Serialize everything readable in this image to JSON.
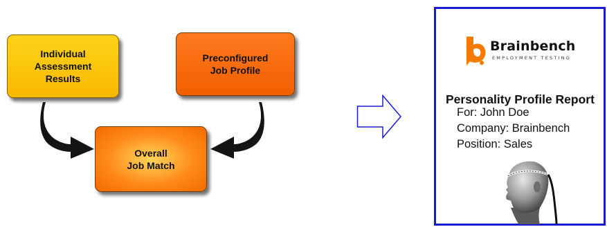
{
  "diagram": {
    "individual_box": {
      "label": "Individual\nAssessment\nResults"
    },
    "profile_box": {
      "label": "Preconfigured\nJob Profile"
    },
    "match_box": {
      "label": "Overall\nJob Match"
    }
  },
  "report": {
    "logo": {
      "name": "Brainbench",
      "tagline": "EMPLOYMENT TESTING"
    },
    "title": "Personality Profile Report",
    "for_line": "For: John Doe",
    "company_line": "Company: Brainbench",
    "position_line": "Position: Sales"
  },
  "colors": {
    "individual_box": "#ffc800",
    "profile_box": "#f76a00",
    "match_box": "#ff9a1e",
    "report_border": "#1a1ad6",
    "flow_arrow_outline": "#1a1ad6",
    "logo_accent": "#f57a00"
  }
}
